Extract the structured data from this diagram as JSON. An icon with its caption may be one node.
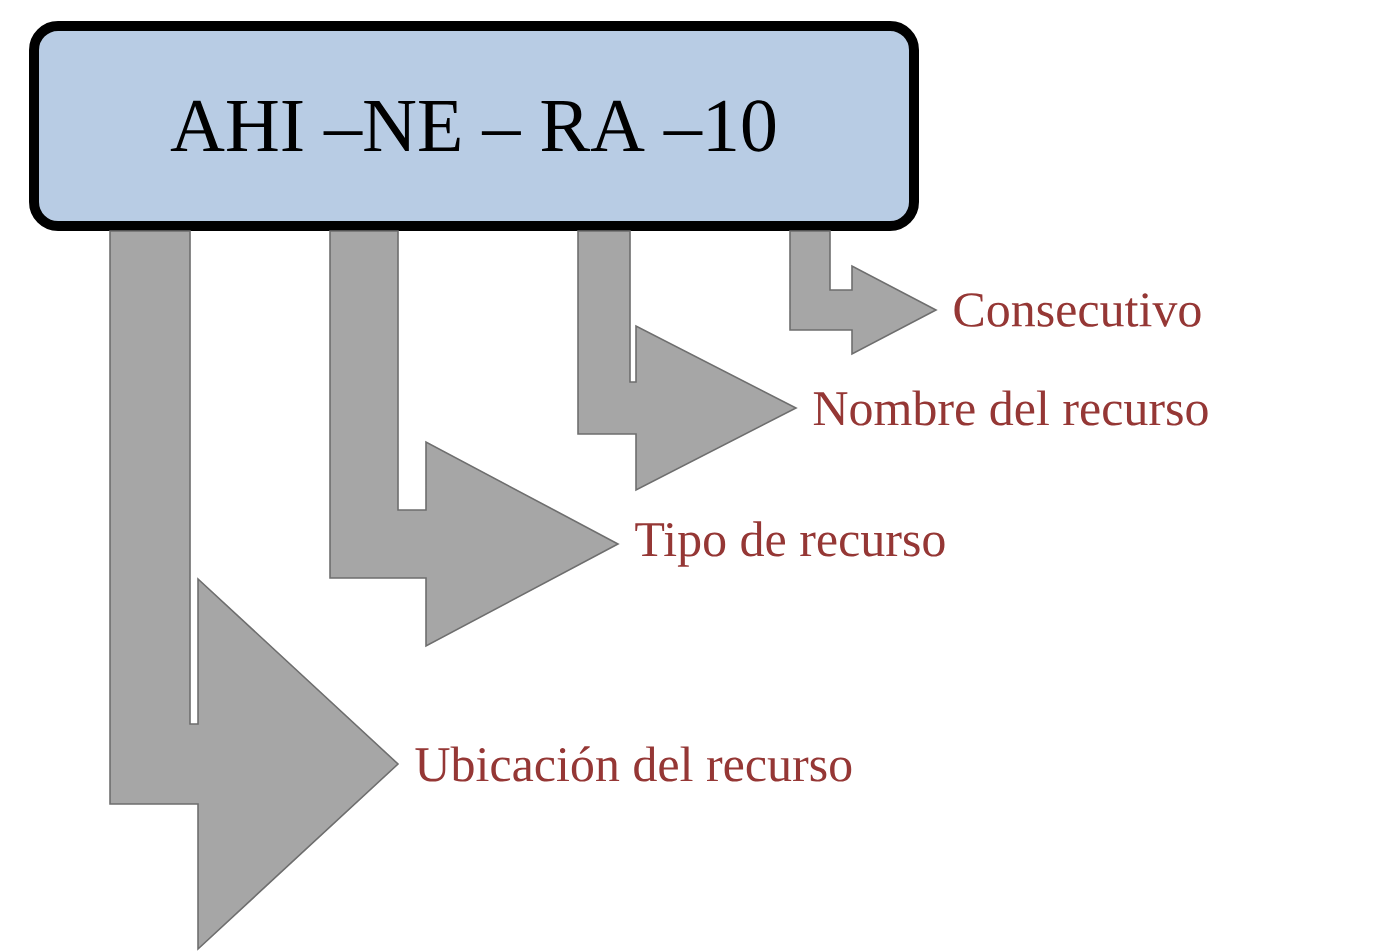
{
  "diagram": {
    "nodes": [
      {
        "text": [
          "AHI –NE – RA –10"
        ]
      },
      {
        "text": [
          "Consecutivo"
        ]
      },
      {
        "text": [
          "Nombre del recurso"
        ]
      },
      {
        "text": [
          "Tipo de recurso"
        ]
      },
      {
        "text": [
          "Ubicación del recurso"
        ]
      }
    ],
    "edges": [
      {
        "from": 0,
        "to": 1,
        "arrow": "to"
      },
      {
        "from": 0,
        "to": 2,
        "arrow": "to"
      },
      {
        "from": 0,
        "to": 3,
        "arrow": "to"
      },
      {
        "from": 0,
        "to": 4,
        "arrow": "to"
      }
    ]
  }
}
